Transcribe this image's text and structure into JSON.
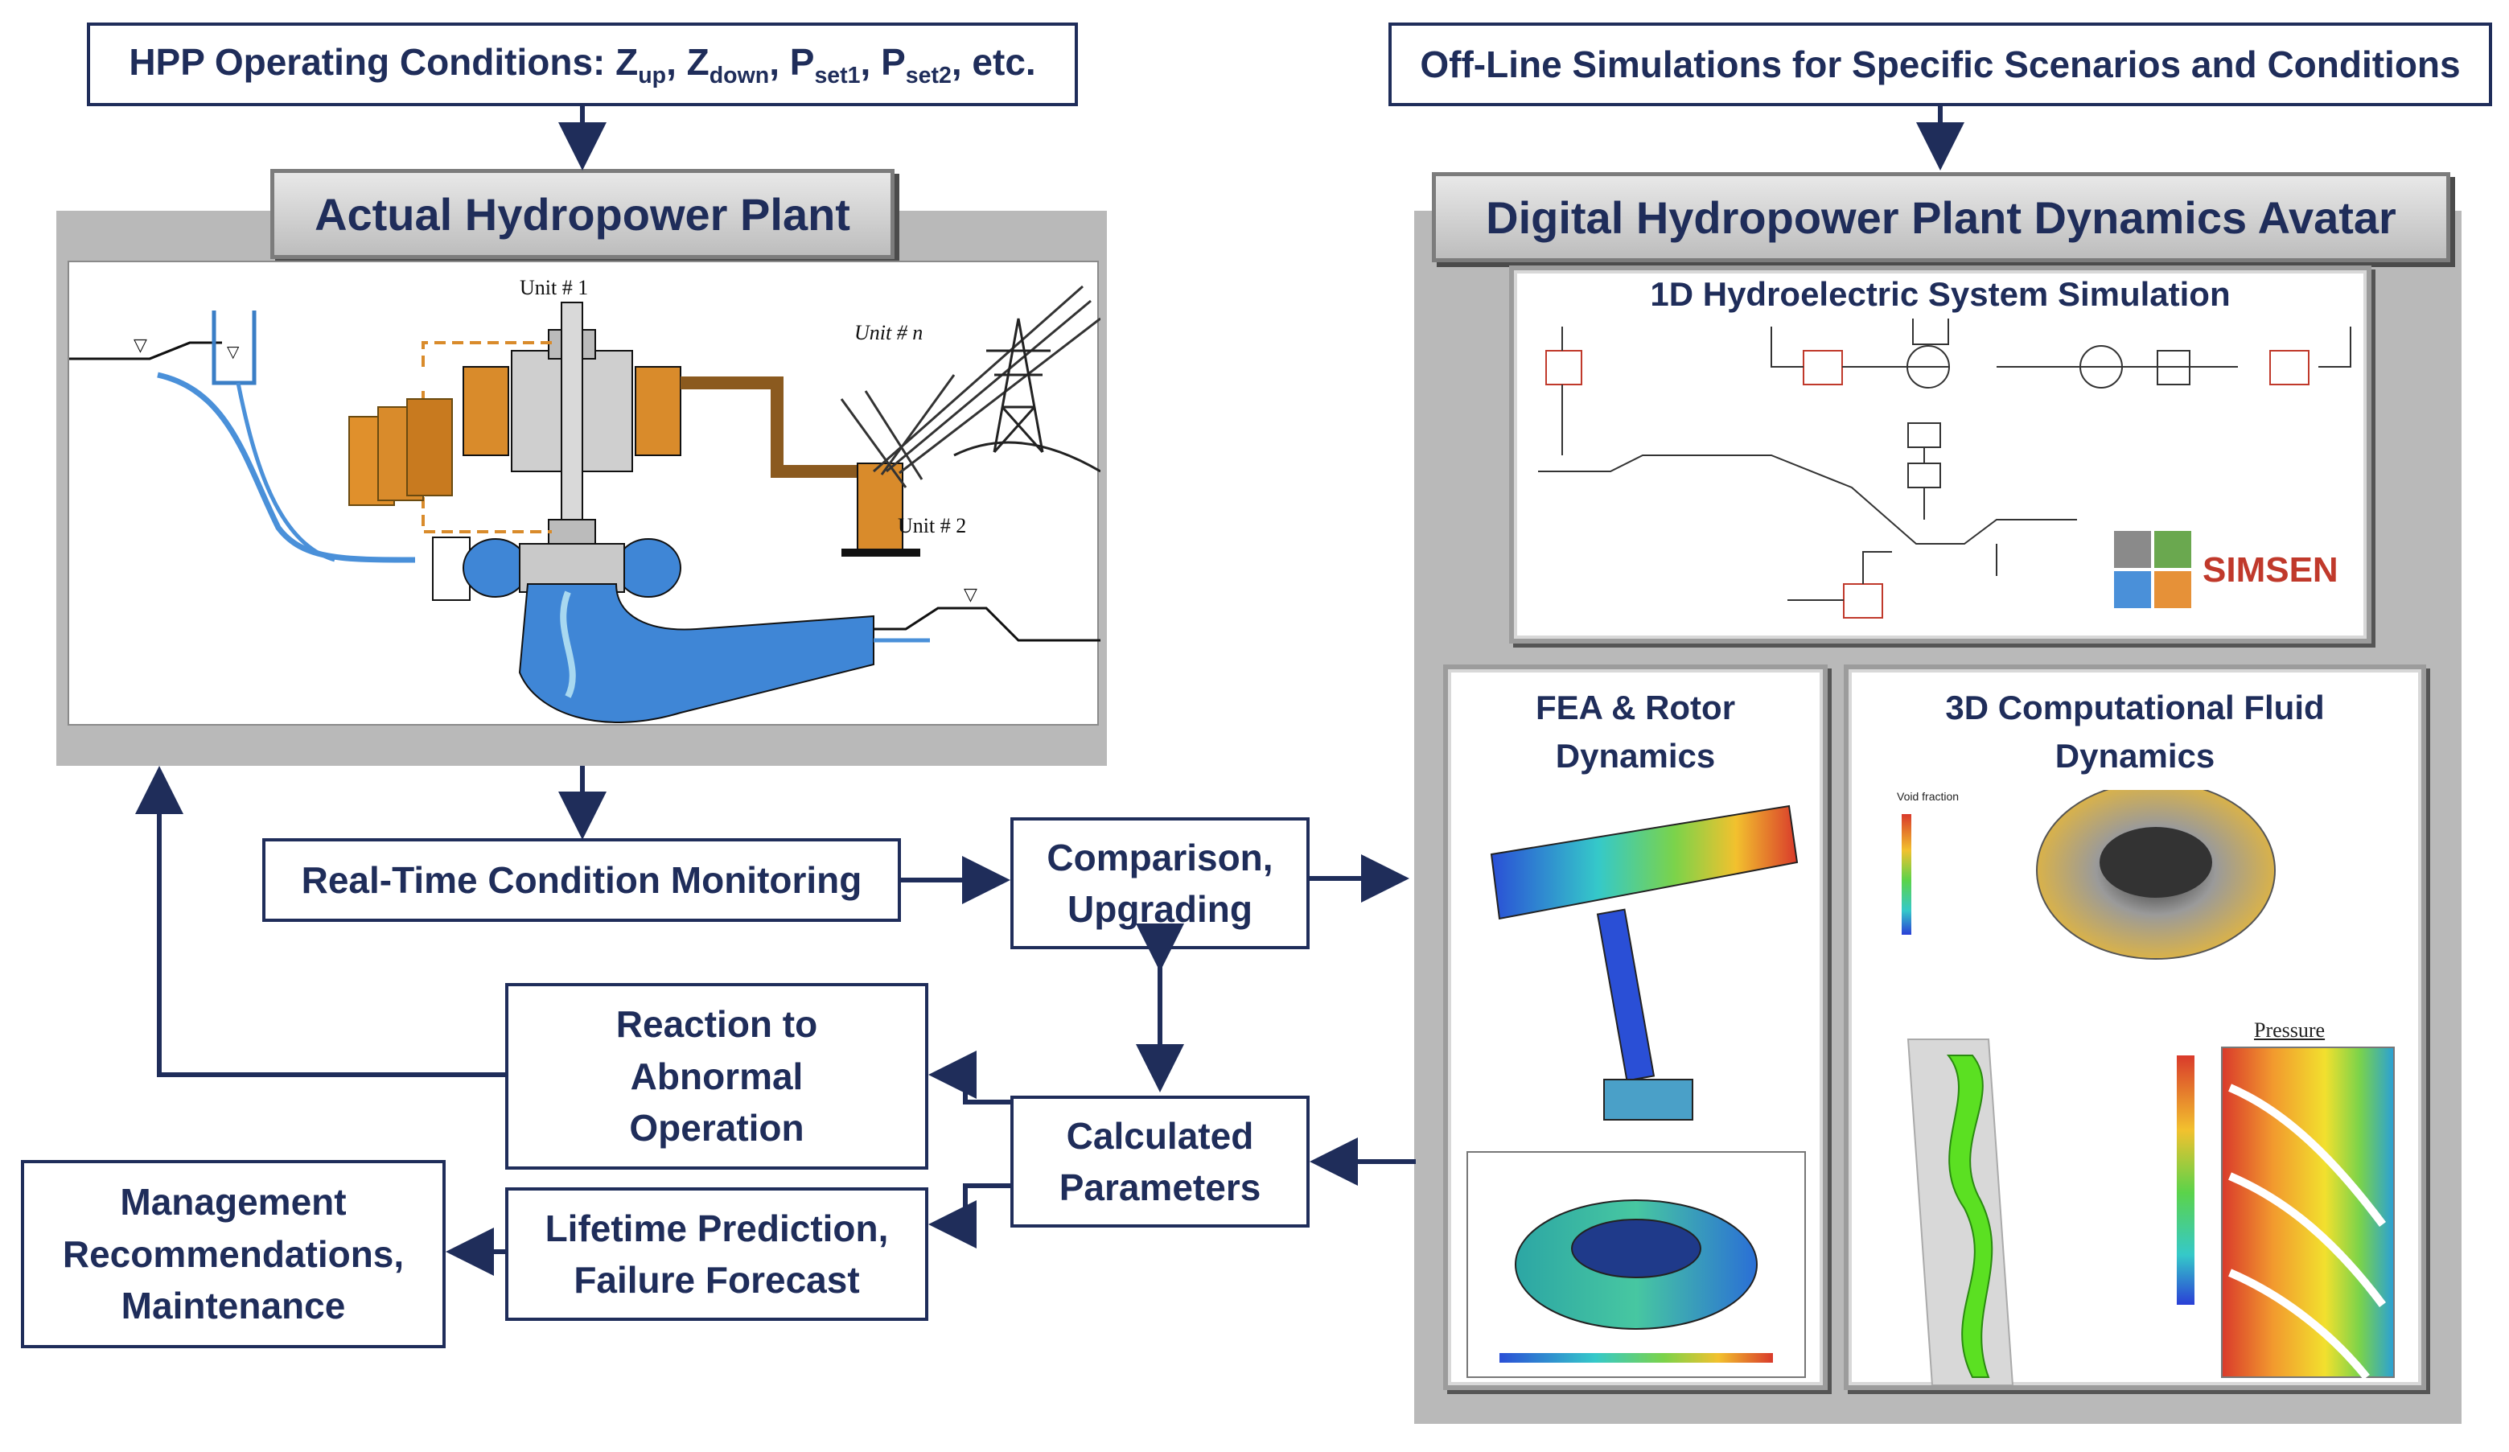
{
  "top_left_box": {
    "prefix": "HPP Operating Conditions: Z",
    "s1": "up",
    "sep1": ", Z",
    "s2": "down",
    "sep2": ", P",
    "s3": "set1",
    "sep3": ", P",
    "s4": "set2",
    "suffix": ", etc."
  },
  "top_right_box": "Off-Line Simulations for Specific Scenarios and Conditions",
  "left_title": "Actual Hydropower Plant",
  "right_title": "Digital Hydropower Plant Dynamics Avatar",
  "plant": {
    "unit1": "Unit # 1",
    "unitn": "Unit # n",
    "unit2": "Unit # 2"
  },
  "sim1d": {
    "title": "1D Hydroelectric System Simulation",
    "logo": "SIMSEN"
  },
  "fea": {
    "title_line1": "FEA & Rotor",
    "title_line2": "Dynamics"
  },
  "cfd": {
    "title_line1": "3D Computational Fluid",
    "title_line2": "Dynamics",
    "void_label": "Void fraction",
    "pressure_label": "Pressure"
  },
  "boxes": {
    "monitoring": "Real-Time Condition Monitoring",
    "comparison": [
      "Comparison,",
      "Upgrading"
    ],
    "calculated": [
      "Calculated",
      "Parameters"
    ],
    "reaction": [
      "Reaction to",
      "Abnormal",
      "Operation"
    ],
    "lifetime": [
      "Lifetime Prediction,",
      "Failure Forecast"
    ],
    "management": [
      "Management",
      "Recommendations,",
      "Maintenance"
    ]
  },
  "colors": {
    "navy": "#1f2d5a",
    "panel_gray": "#b9b9b9",
    "water": "#4a90d9",
    "orange": "#d98b2b"
  }
}
